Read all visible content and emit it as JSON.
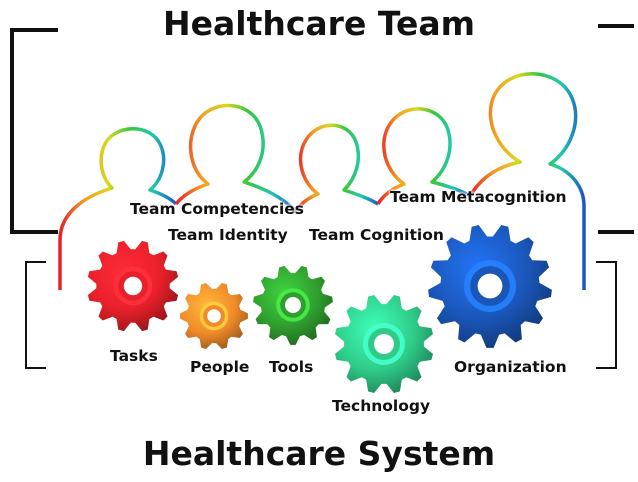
{
  "top_title": "Healthcare Team",
  "bottom_title": "Healthcare System",
  "team_labels": {
    "competencies": "Team Competencies",
    "identity": "Team Identity",
    "cognition": "Team Cognition",
    "metacognition": "Team Metacognition"
  },
  "system_labels": {
    "tasks": "Tasks",
    "people": "People",
    "tools": "Tools",
    "technology": "Technology",
    "organization": "Organization"
  },
  "colors": {
    "tasks": "#e8202a",
    "people": "#f08a2a",
    "tools": "#2f9e2f",
    "technology": "#2ecc88",
    "organization": "#1a56b8"
  }
}
